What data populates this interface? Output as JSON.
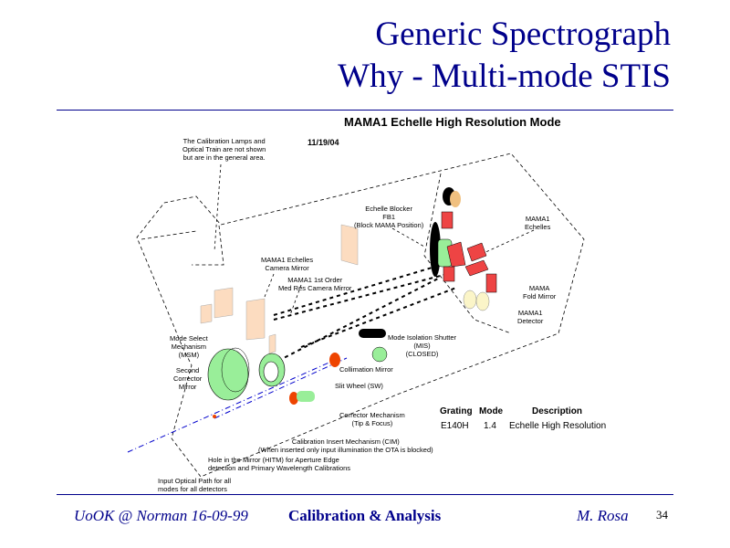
{
  "title": {
    "line1": "Generic Spectrograph",
    "line2": "Why - Multi-mode STIS"
  },
  "diagram": {
    "heading": "MAMA1 Echelle High Resolution Mode",
    "date": "11/19/04",
    "labels": {
      "calibration_lamps": "The Calibration Lamps and\nOptical Train are not shown\nbut are in the general area.",
      "echelle_blocker": "Echelle Blocker\nFB1\n(Block MAMA Position)",
      "mama1_echelles": "MAMA1\nEchelles",
      "echelles_camera_mirror": "MAMA1 Echelles\nCamera Mirror",
      "first_order_camera_mirror": "MAMA1 1st Order\nMed Res Camera Mirror",
      "fold_mirror": "MAMA\nFold Mirror",
      "detector": "MAMA1\nDetector",
      "msm": "Mode Select\nMechanism\n(MSM)",
      "mis": "Mode Isolation Shutter\n(MIS)\n(CLOSED)",
      "second_corrector": "Second\nCorrector\nMirror",
      "collimation_mirror": "Collimation Mirror",
      "slit_wheel": "Slit Wheel (SW)",
      "corrector_mechanism": "Corrector Mechanism\n(Tip & Focus)",
      "cim": "Calibration Insert Mechanism (CIM)\n(When inserted only input illumination the OTA is blocked)",
      "hitm": "Hole in the Mirror (HITM) for Aperture Edge\ndetection and Primary Wavelength Calibrations",
      "input_path": "Input Optical Path for all\nmodes for all detectors"
    },
    "table": {
      "headers": [
        "Grating",
        "Mode",
        "Description"
      ],
      "row": [
        "E140H",
        "1.4",
        "Echelle High Resolution"
      ]
    }
  },
  "footer": {
    "venue": "UoOK @ Norman  16-09-99",
    "topic": "Calibration & Analysis",
    "author": "M. Rosa",
    "page": "34"
  },
  "colors": {
    "navy": "#00008b",
    "red": "#ee4444",
    "green": "#99ee99",
    "peach": "#fcdcc0",
    "beam": "#0000cc"
  }
}
